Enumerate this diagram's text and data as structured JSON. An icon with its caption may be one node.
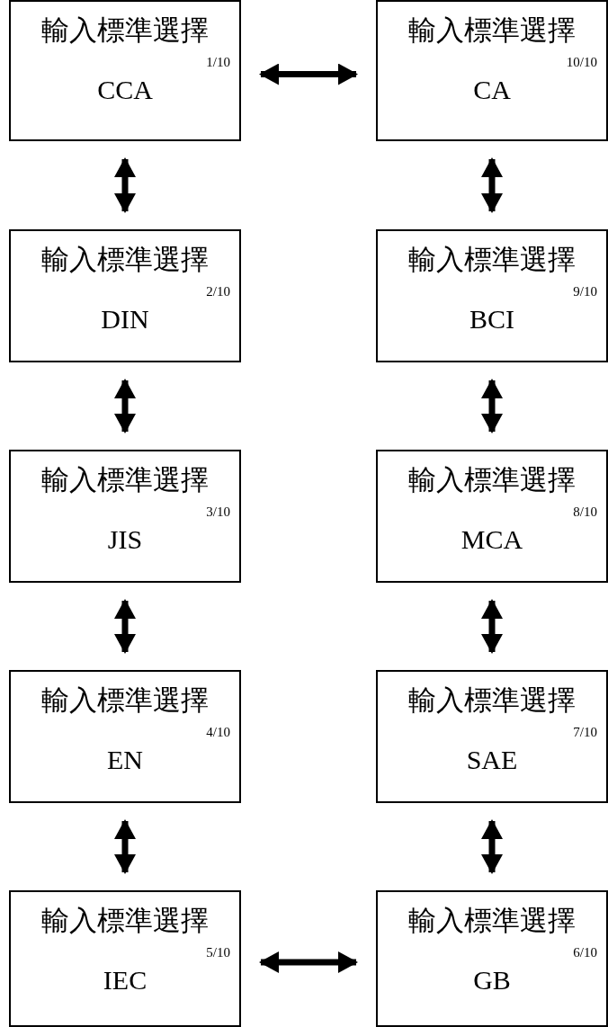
{
  "diagram": {
    "nodes": [
      {
        "text": [
          "輸入標準選擇",
          "1/10",
          "CCA"
        ]
      },
      {
        "text": [
          "輸入標準選擇",
          "10/10",
          "CA"
        ]
      },
      {
        "text": [
          "輸入標準選擇",
          "2/10",
          "DIN"
        ]
      },
      {
        "text": [
          "輸入標準選擇",
          "9/10",
          "BCI"
        ]
      },
      {
        "text": [
          "輸入標準選擇",
          "3/10",
          "JIS"
        ]
      },
      {
        "text": [
          "輸入標準選擇",
          "8/10",
          "MCA"
        ]
      },
      {
        "text": [
          "輸入標準選擇",
          "4/10",
          "EN"
        ]
      },
      {
        "text": [
          "輸入標準選擇",
          "7/10",
          "SAE"
        ]
      },
      {
        "text": [
          "輸入標準選擇",
          "5/10",
          "IEC"
        ]
      },
      {
        "text": [
          "輸入標準選擇",
          "6/10",
          "GB"
        ]
      }
    ],
    "edges": [
      {
        "from": 0,
        "to": 1,
        "arrow": "both"
      },
      {
        "from": 0,
        "to": 2,
        "arrow": "both"
      },
      {
        "from": 1,
        "to": 3,
        "arrow": "both"
      },
      {
        "from": 2,
        "to": 4,
        "arrow": "both"
      },
      {
        "from": 3,
        "to": 5,
        "arrow": "both"
      },
      {
        "from": 4,
        "to": 6,
        "arrow": "both"
      },
      {
        "from": 5,
        "to": 7,
        "arrow": "both"
      },
      {
        "from": 6,
        "to": 8,
        "arrow": "both"
      },
      {
        "from": 7,
        "to": 9,
        "arrow": "both"
      },
      {
        "from": 8,
        "to": 9,
        "arrow": "both"
      }
    ]
  }
}
